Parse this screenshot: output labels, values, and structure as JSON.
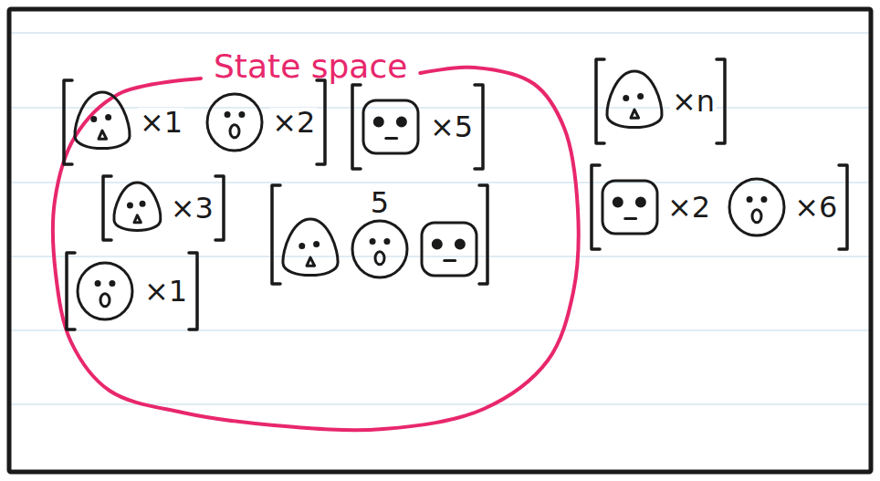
{
  "diagram": {
    "nodes": [
      {
        "text": [
          "State space"
        ]
      },
      {
        "text": [
          "×1",
          "×2"
        ],
        "in": 0
      },
      {
        "text": [
          "×5"
        ],
        "in": 0
      },
      {
        "text": [
          "×3"
        ],
        "in": 0
      },
      {
        "text": [
          "5"
        ],
        "in": 0
      },
      {
        "text": [
          "×1"
        ],
        "in": 0
      },
      {
        "text": [
          "×n"
        ]
      },
      {
        "text": [
          "×2",
          "×6"
        ]
      }
    ]
  }
}
